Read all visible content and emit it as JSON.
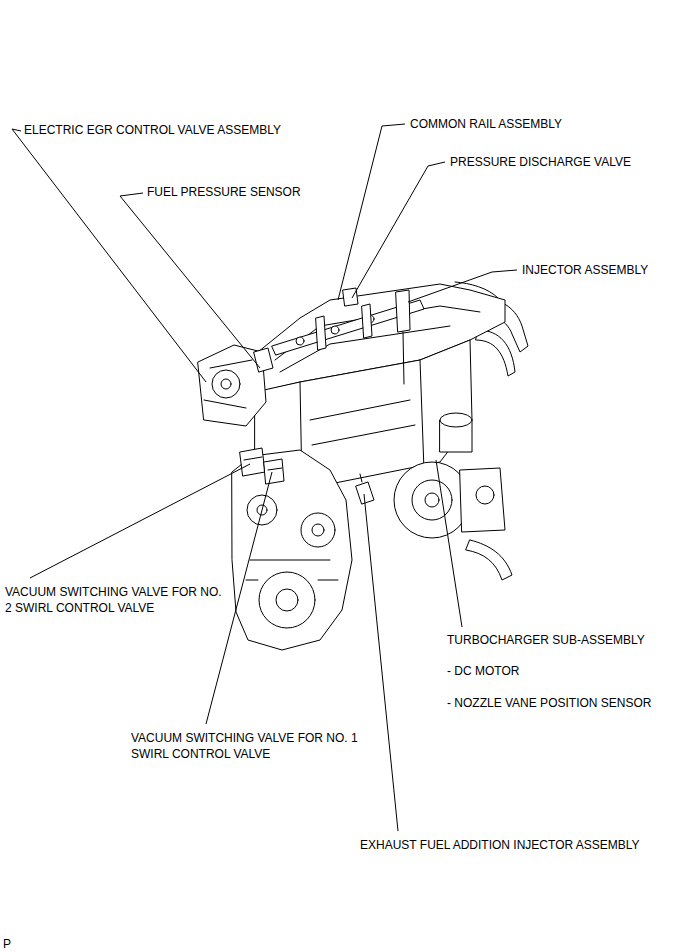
{
  "diagram": {
    "labels": [
      "ELECTRIC EGR CONTROL VALVE ASSEMBLY",
      "FUEL PRESSURE SENSOR",
      "COMMON RAIL ASSEMBLY",
      "PRESSURE DISCHARGE VALVE",
      "INJECTOR ASSEMBLY",
      "VACUUM SWITCHING VALVE FOR NO. 2 SWIRL CONTROL VALVE",
      "TURBOCHARGER SUB-ASSEMBLY",
      "- DC MOTOR",
      "- NOZZLE VANE POSITION SENSOR",
      "VACUUM SWITCHING VALVE FOR NO. 1 SWIRL CONTROL VALVE",
      "EXHAUST FUEL ADDITION INJECTOR ASSEMBLY",
      "P"
    ]
  }
}
